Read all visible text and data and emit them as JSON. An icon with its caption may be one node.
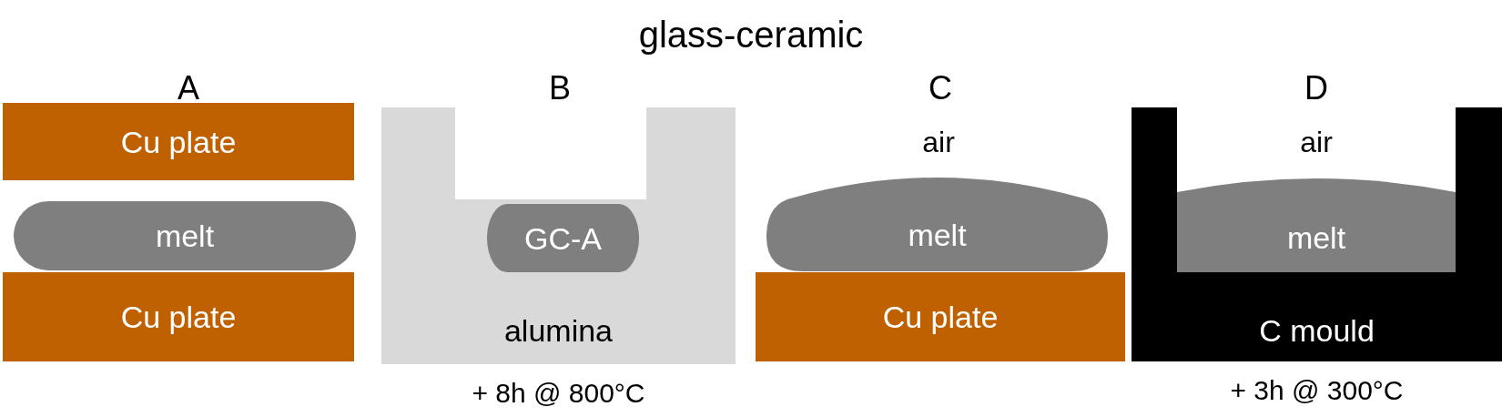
{
  "diagram": {
    "title": "glass-ceramic",
    "nodes": [
      {
        "text": [
          "Cu plate"
        ]
      },
      {
        "text": [
          "melt"
        ]
      },
      {
        "text": [
          "Cu plate"
        ]
      },
      {
        "text": [
          "alumina"
        ],
        "beside": [
          "+ 8h @ 800°C"
        ]
      },
      {
        "text": [
          "GC-A"
        ],
        "in": 3
      },
      {
        "text": [
          "melt"
        ]
      },
      {
        "text": [
          "Cu plate"
        ]
      },
      {
        "text": [
          "C mould"
        ],
        "beside": [
          "+ 3h @ 300°C"
        ]
      },
      {
        "text": [
          "melt"
        ],
        "in": 7
      }
    ],
    "labels": [
      "A",
      "B",
      "C",
      "D",
      "air",
      "air"
    ]
  }
}
